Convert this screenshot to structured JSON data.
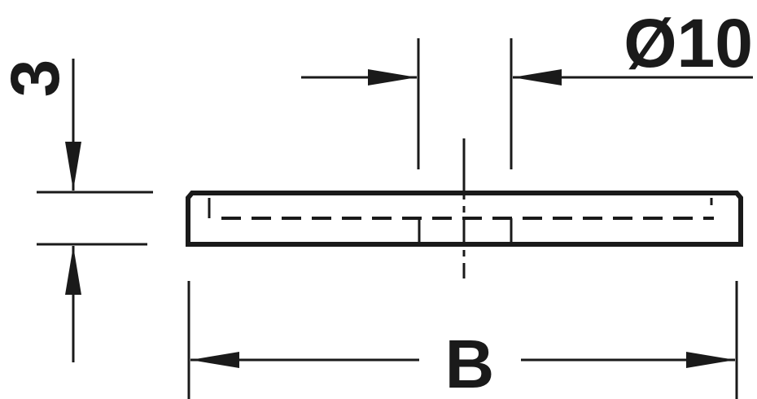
{
  "drawing": {
    "thickness_label": "3",
    "diameter_label": "Ø10",
    "width_label": "B",
    "line_color": "#1a1a1a"
  }
}
